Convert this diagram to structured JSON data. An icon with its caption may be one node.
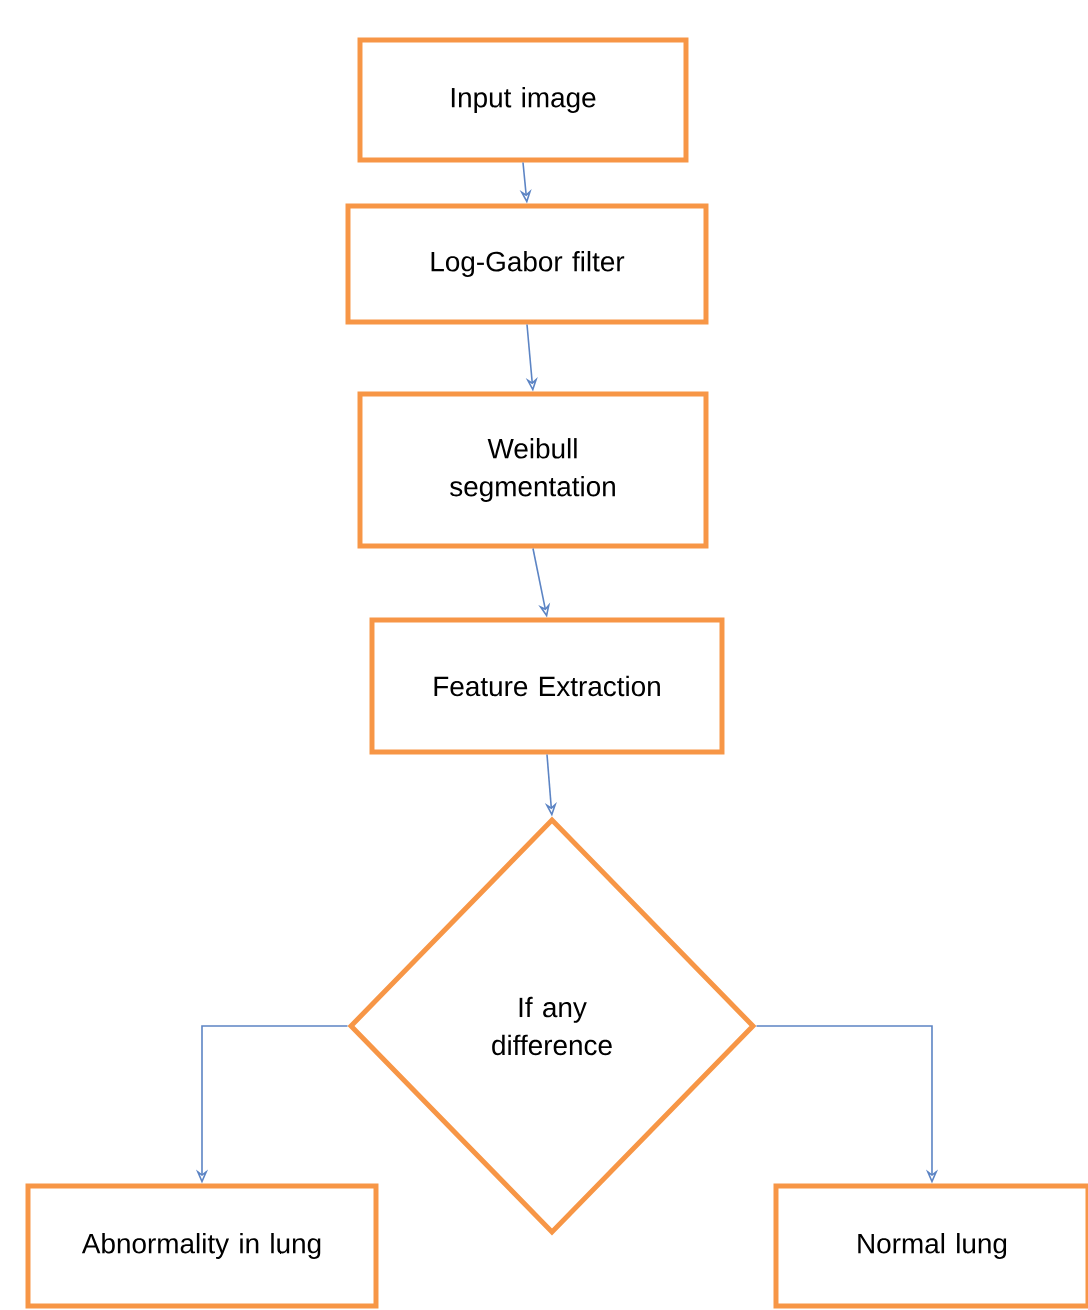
{
  "diagram": {
    "nodes": [
      {
        "text": [
          "Input image"
        ]
      },
      {
        "text": [
          "Log-Gabor filter"
        ]
      },
      {
        "text": [
          "Weibull segmentation"
        ]
      },
      {
        "text": [
          "Feature Extraction"
        ]
      },
      {
        "text": [
          "If any difference"
        ]
      },
      {
        "text": [
          "Abnormality in lung"
        ]
      },
      {
        "text": [
          "Normal lung"
        ]
      }
    ],
    "edges": [
      {
        "from": 0,
        "to": 1,
        "arrow": "to"
      },
      {
        "from": 1,
        "to": 2,
        "arrow": "to"
      },
      {
        "from": 2,
        "to": 3,
        "arrow": "to"
      },
      {
        "from": 3,
        "to": 4,
        "arrow": "to"
      },
      {
        "from": 4,
        "to": 5,
        "arrow": "to"
      },
      {
        "from": 4,
        "to": 6,
        "arrow": "to"
      }
    ]
  }
}
